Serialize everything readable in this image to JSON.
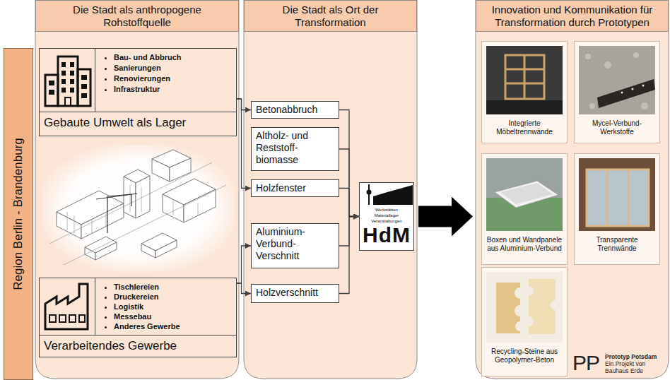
{
  "diagram": {
    "nodes": [
      {
        "text": [
          "Region Berlin - Brandenburg"
        ]
      },
      {
        "text": [
          "Die Stadt als anthropogene Rohstoffquelle"
        ]
      },
      {
        "text": [
          "Bau- und Abbruch",
          "Sanierungen",
          "Renovierungen",
          "Infrastruktur",
          "Gebaute Umwelt als Lager"
        ],
        "in": 1
      },
      {
        "text": [
          "Tischlereien",
          "Druckereien",
          "Logistik",
          "Messebau",
          "Anderes Gewerbe",
          "Verarbeitendes Gewerbe"
        ],
        "in": 1
      },
      {
        "text": [
          "Die Stadt als Ort der Transformation"
        ]
      },
      {
        "text": [
          "Betonabbruch"
        ],
        "in": 4
      },
      {
        "text": [
          "Altholz- und Reststoff- biomasse"
        ],
        "in": 4
      },
      {
        "text": [
          "Holzfenster"
        ],
        "in": 4
      },
      {
        "text": [
          "Aluminium- Verbund- Verschnitt"
        ],
        "in": 4
      },
      {
        "text": [
          "Holzverschnitt"
        ],
        "in": 4
      },
      {
        "text": [
          "Werkstätten",
          "Materiallager",
          "Veranstaltungen",
          "HdM"
        ],
        "in": 4
      },
      {
        "text": [
          "Innovation und Kommunikation für Transformation durch Prototypen"
        ]
      },
      {
        "text": [
          "Integrierte Möbeltrennwände"
        ],
        "in": 11
      },
      {
        "text": [
          "Mycel-Verbund- Werkstoffe"
        ],
        "in": 11
      },
      {
        "text": [
          "Boxen und Wandpanele aus Aluminium-Verbund"
        ],
        "in": 11
      },
      {
        "text": [
          "Transparente Trennwände"
        ],
        "in": 11
      },
      {
        "text": [
          "Recycling-Steine aus Geopolymer-Beton"
        ],
        "in": 11
      }
    ],
    "edges": [
      {
        "from": 2,
        "to": 5,
        "arrow": "to"
      },
      {
        "from": 2,
        "to": 7,
        "arrow": "to"
      },
      {
        "from": 3,
        "to": 8,
        "arrow": "to"
      },
      {
        "from": 3,
        "to": 9,
        "arrow": "to"
      },
      {
        "from": 5,
        "to": 10,
        "arrow": "to"
      },
      {
        "from": 6,
        "to": 10,
        "arrow": "to"
      },
      {
        "from": 7,
        "to": 10,
        "arrow": "to"
      },
      {
        "from": 8,
        "to": 10,
        "arrow": "to"
      },
      {
        "from": 9,
        "to": 10,
        "arrow": "to"
      },
      {
        "from": 10,
        "to": 11,
        "arrow": "to"
      }
    ],
    "labels": [
      "PP",
      "Prototyp Potsdam",
      "Ein Projekt von",
      "Bauhaus Erde"
    ]
  }
}
